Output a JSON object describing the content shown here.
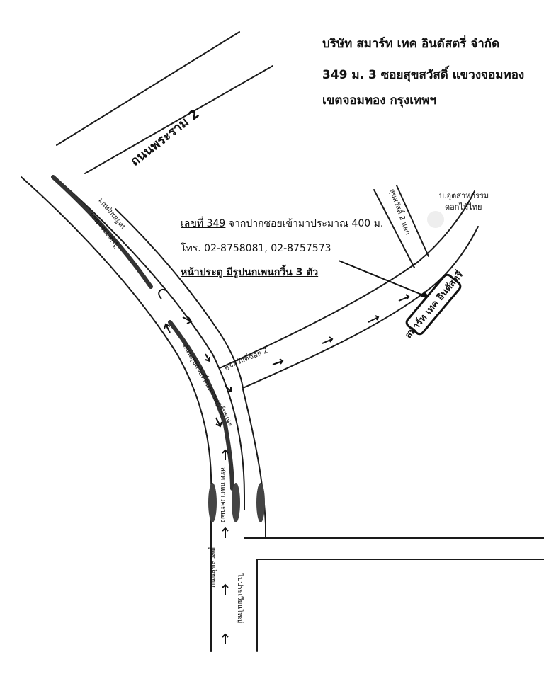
{
  "company": {
    "line1": "บริษัท สมาร์ท เทค อินดัสตรี่ จำกัด",
    "line2": "349 ม. 3 ซอยสุขสวัสดิ์ แขวงจอมทอง",
    "line3": "เขตจอมทอง กรุงเทพฯ"
  },
  "note": {
    "address_prefix": "เลขที่ 349",
    "address_rest": " จากปากซอยเข้ามาประมาณ 400 ม.",
    "phone": "โทร. 02-8758081, 02-8757573",
    "gate": "หน้าประตู มีรูปนกเพนกวิ้น 3 ตัว"
  },
  "labels": {
    "rama2": "ถนนพระราม 2",
    "alley_top": "ไปดาวคะนอง",
    "alley_mid": "เตรียมอุดมฯ",
    "main_road": "ถนนสุขสวัสดิ์ถนนราษฎร์บูรณะ",
    "soi2": "สุขสวัสดิ์ซอย 2",
    "soi2_right": "สุขสวัสดิ์ 2 แยก",
    "factory": "บ.อุตสาหกรรม",
    "factory2": "ดอกไม้ไทย",
    "bridge": "สะพานดาวคะนอง",
    "sukhsawat": "ถนนสุขสวัสดิ์",
    "pracha": "ไปประเวียนใหญ่",
    "destination": "สมาร์ท เทค อินดัสตรี่"
  }
}
